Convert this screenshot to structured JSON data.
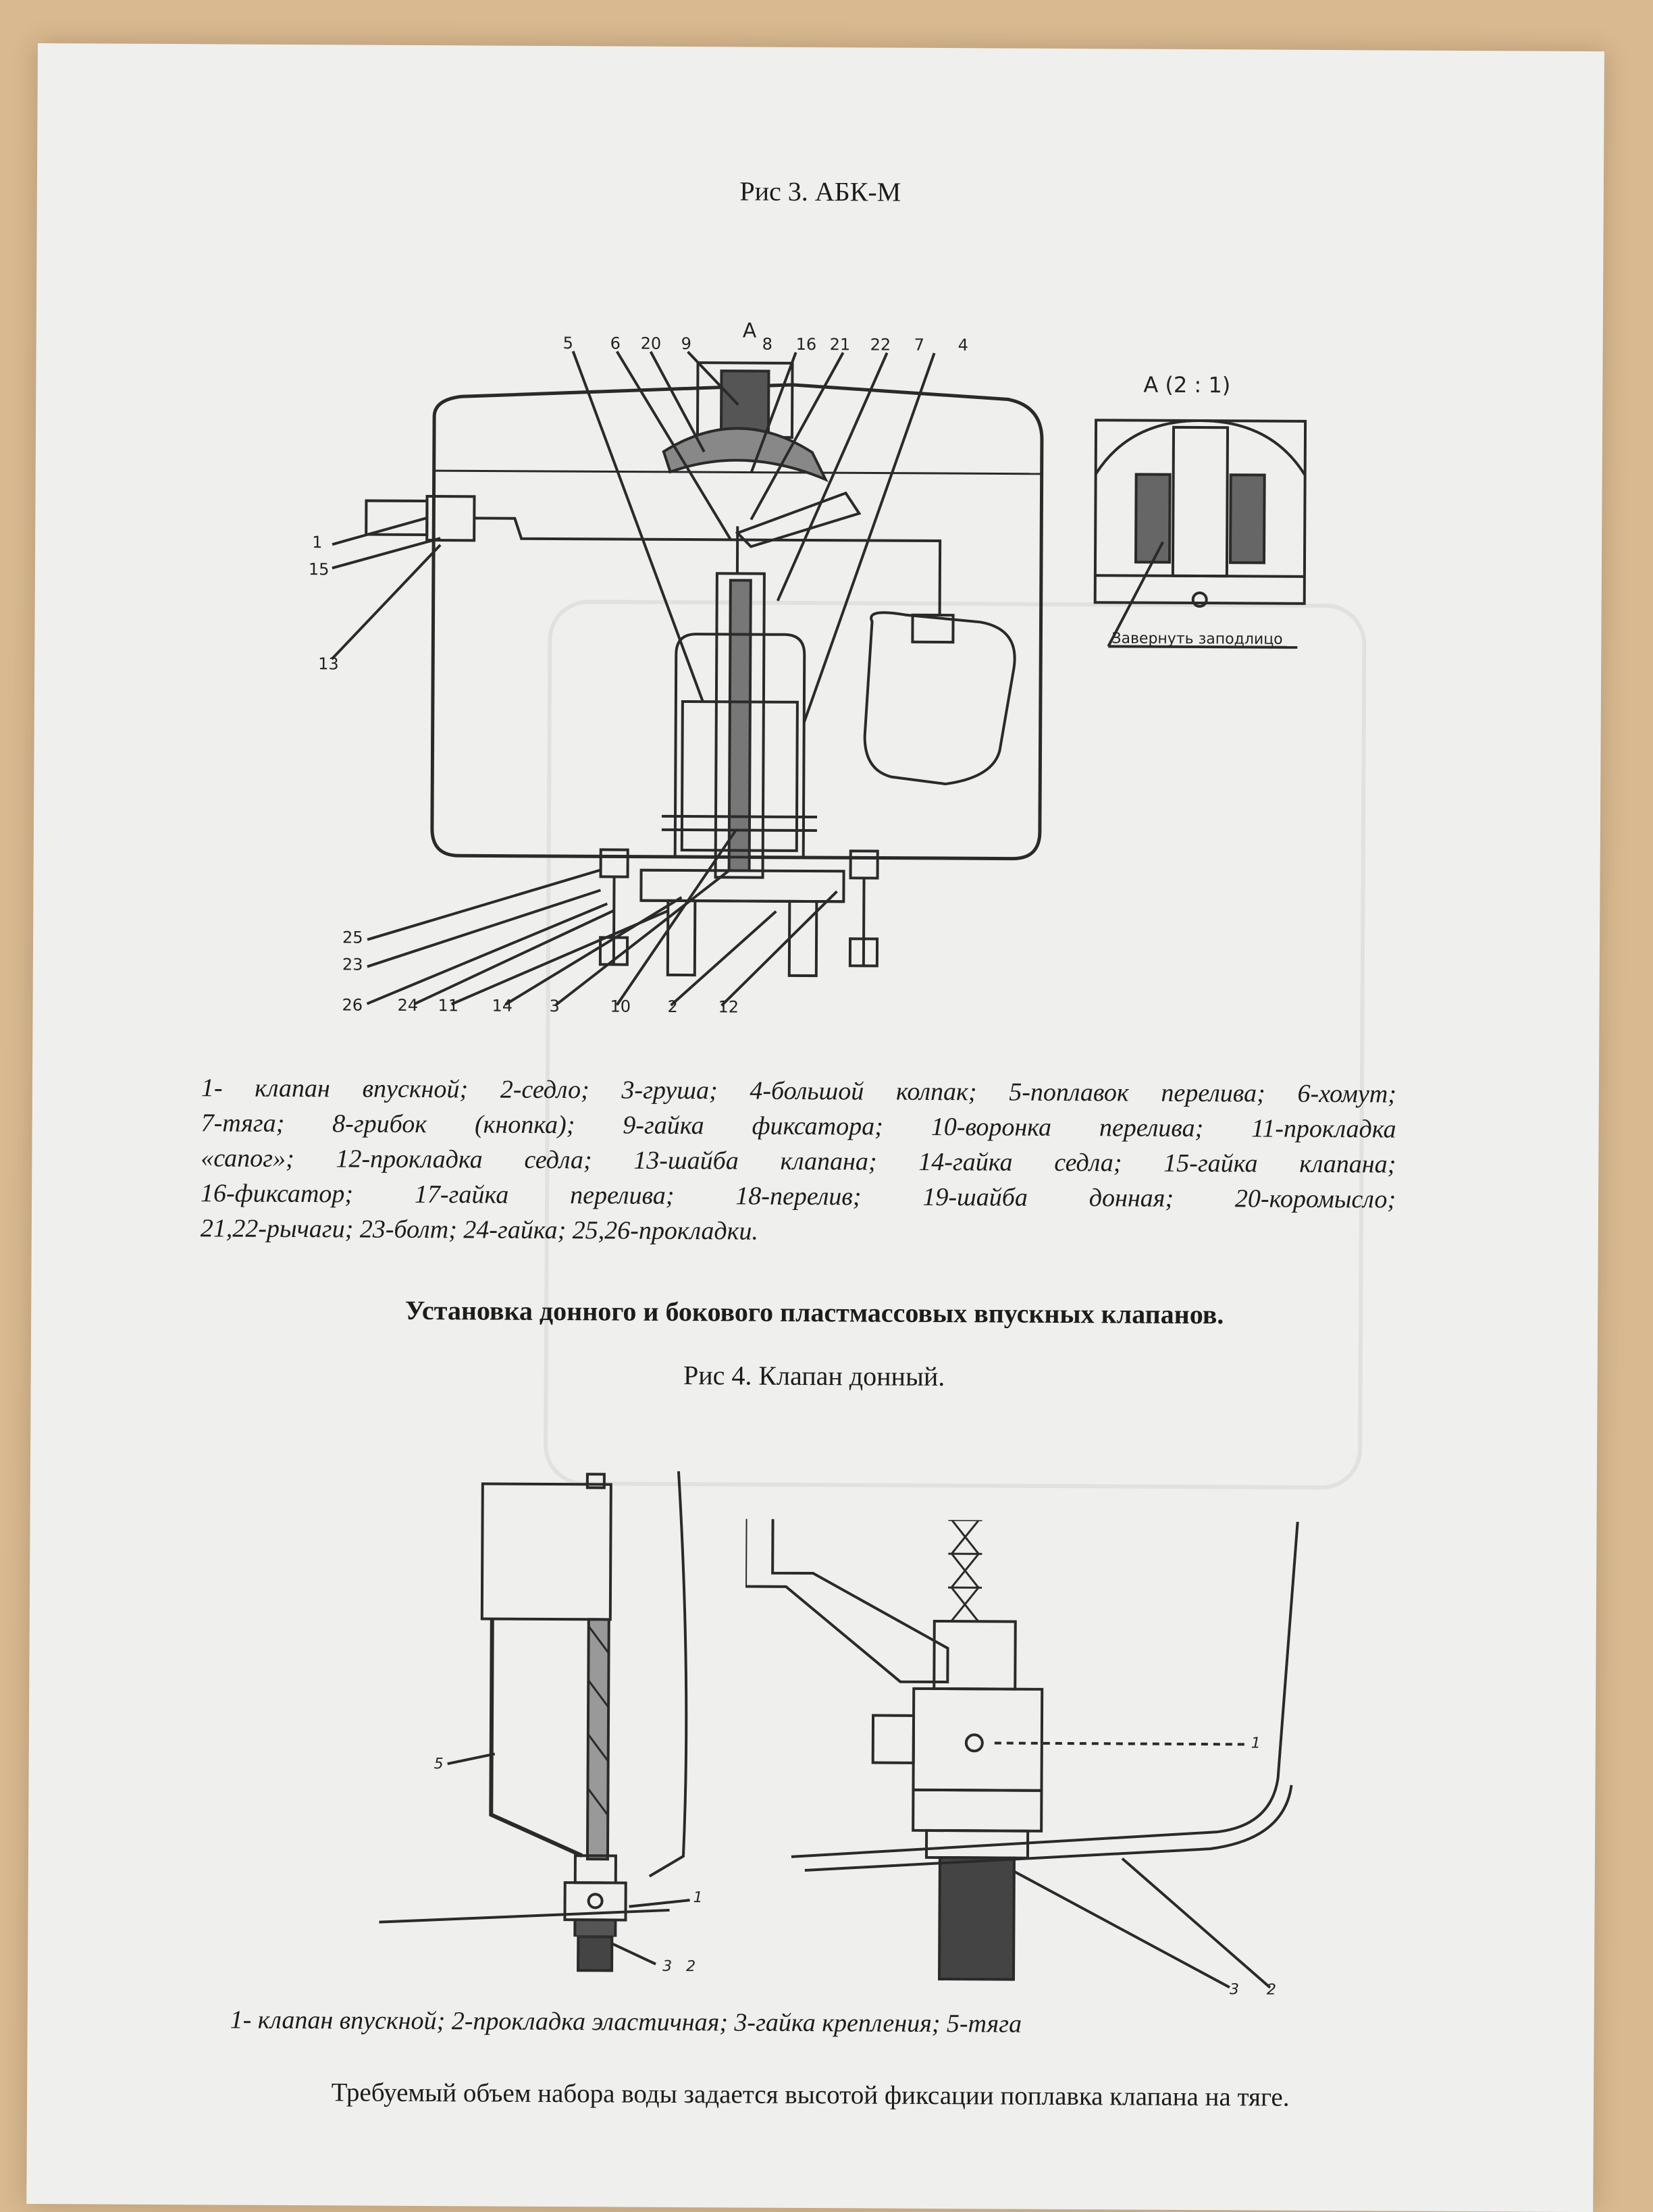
{
  "fig3": {
    "title": "Рис 3. АБК-М",
    "section_label": "А",
    "detail_label": "А (2 : 1)",
    "detail_note": "Завернуть заподлицо",
    "callouts_top": [
      "5",
      "6",
      "20",
      "9",
      "8",
      "16",
      "21",
      "22",
      "7",
      "4"
    ],
    "callouts_left": [
      "1",
      "15",
      "13"
    ],
    "callouts_bottom_left": [
      "25",
      "23",
      "26",
      "24"
    ],
    "callouts_bottom": [
      "11",
      "14",
      "3",
      "10",
      "2",
      "12"
    ]
  },
  "legend3": {
    "line1": "1- клапан впускной; 2-седло; 3-груша; 4-большой колпак; 5-поплавок перелива; 6-хомут;",
    "line2": "7-тяга; 8-грибок (кнопка); 9-гайка фиксатора; 10-воронка перелива; 11-прокладка",
    "line3": "«сапог»; 12-прокладка седла; 13-шайба клапана; 14-гайка седла; 15-гайка клапана;",
    "line4": "16-фиксатор; 17-гайка перелива; 18-перелив; 19-шайба донная; 20-коромысло;",
    "line5": "21,22-рычаги; 23-болт; 24-гайка; 25,26-прокладки."
  },
  "section_heading": "Установка донного и бокового пластмассовых впускных клапанов.",
  "fig4": {
    "title": "Рис 4. Клапан донный.",
    "left_callouts": [
      "5",
      "1",
      "3",
      "2"
    ],
    "right_callouts": [
      "1",
      "3",
      "2"
    ]
  },
  "legend4": "1-  клапан впускной; 2-прокладка эластичная; 3-гайка крепления; 5-тяга",
  "footer_note": "Требуемый объем набора воды задается высотой фиксации поплавка клапана на тяге."
}
